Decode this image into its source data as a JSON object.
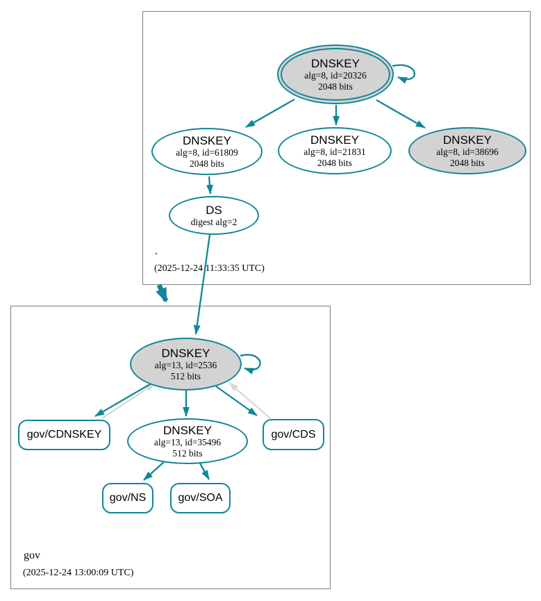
{
  "colors": {
    "secure_edge": "#0f8699",
    "warning_edge_gray": "#d8d8d8",
    "node_fill_gray": "#d3d3d3",
    "node_fill_white": "#ffffff",
    "zone_box_border": "#7d7d7d",
    "text": "#000000"
  },
  "zones": {
    "root": {
      "name": ".",
      "timestamp": "(2025-12-24 11:33:35 UTC)",
      "nodes": {
        "ksk": {
          "title": "DNSKEY",
          "detail": "alg=8, id=20326",
          "bits": "2048 bits"
        },
        "zsk1": {
          "title": "DNSKEY",
          "detail": "alg=8, id=61809",
          "bits": "2048 bits"
        },
        "zsk2": {
          "title": "DNSKEY",
          "detail": "alg=8, id=21831",
          "bits": "2048 bits"
        },
        "zsk3": {
          "title": "DNSKEY",
          "detail": "alg=8, id=38696",
          "bits": "2048 bits"
        },
        "ds": {
          "title": "DS",
          "detail": "digest alg=2"
        }
      }
    },
    "gov": {
      "name": "gov",
      "timestamp": "(2025-12-24 13:00:09 UTC)",
      "nodes": {
        "ksk": {
          "title": "DNSKEY",
          "detail": "alg=13, id=2536",
          "bits": "512 bits"
        },
        "zsk": {
          "title": "DNSKEY",
          "detail": "alg=13, id=35496",
          "bits": "512 bits"
        },
        "cdnskey": {
          "label": "gov/CDNSKEY"
        },
        "cds": {
          "label": "gov/CDS"
        },
        "ns": {
          "label": "gov/NS"
        },
        "soa": {
          "label": "gov/SOA"
        }
      }
    }
  }
}
